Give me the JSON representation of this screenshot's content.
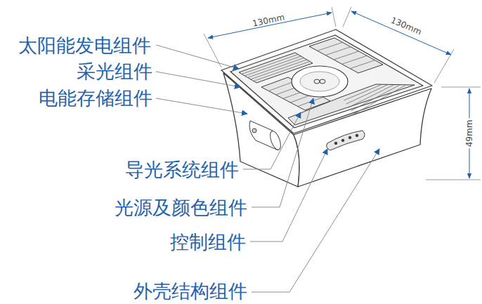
{
  "diagram": {
    "labels": [
      "太阳能发电组件",
      "采光组件",
      "电能存储组件",
      "导光系统组件",
      "光源及颜色组件",
      "控制组件",
      "外壳结构组件",
      "130mm",
      "130mm",
      "49mm"
    ]
  }
}
